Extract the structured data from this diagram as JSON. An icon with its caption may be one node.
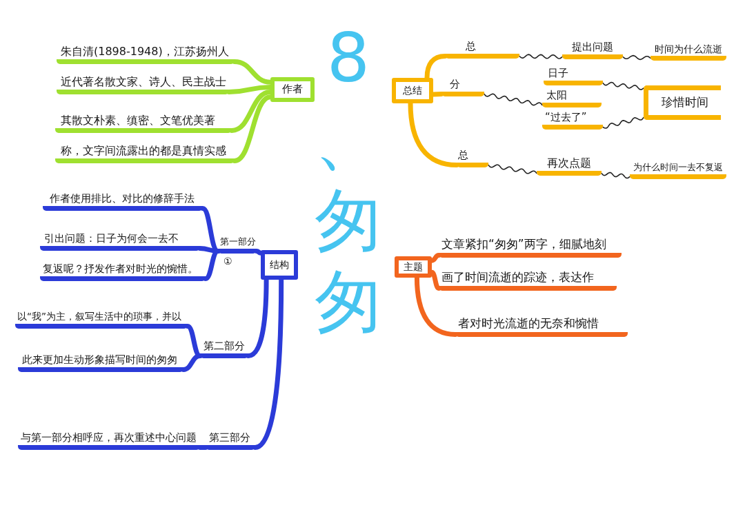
{
  "diagram": {
    "title": "8、匆匆",
    "nodes": [
      {
        "text": [
          "作者"
        ]
      },
      {
        "text": [
          "朱自清(1898-1948)，江苏扬州人"
        ]
      },
      {
        "text": [
          "近代著名散文家、诗人、民主战士"
        ]
      },
      {
        "text": [
          "其散文朴素、缜密、文笔优美著"
        ]
      },
      {
        "text": [
          "称，文字间流露出的都是真情实感"
        ]
      },
      {
        "text": [
          "总结"
        ]
      },
      {
        "text": [
          "总"
        ]
      },
      {
        "text": [
          "分"
        ]
      },
      {
        "text": [
          "总"
        ]
      },
      {
        "text": [
          "提出问题"
        ]
      },
      {
        "text": [
          "时间为什么流逝"
        ]
      },
      {
        "text": [
          "日子"
        ]
      },
      {
        "text": [
          "太阳"
        ]
      },
      {
        "text": [
          "“过去了”"
        ]
      },
      {
        "text": [
          "珍惜时间"
        ]
      },
      {
        "text": [
          "再次点题"
        ]
      },
      {
        "text": [
          "为什么时间一去不复返"
        ]
      },
      {
        "text": [
          "结构"
        ]
      },
      {
        "text": [
          "第一部分"
        ]
      },
      {
        "text": [
          "作者使用排比、对比的修辞手法"
        ]
      },
      {
        "text": [
          "引出问题：日子为何会一去不"
        ]
      },
      {
        "text": [
          "复返呢？抒发作者对时光的惋惜。"
        ]
      },
      {
        "text": [
          "第二部分"
        ]
      },
      {
        "text": [
          "以“我”为主，叙写生活中的琐事，并以"
        ]
      },
      {
        "text": [
          "此来更加生动形象描写时间的匆匆"
        ]
      },
      {
        "text": [
          "第三部分"
        ]
      },
      {
        "text": [
          "与第一部分相呼应，再次重述中心问题"
        ]
      },
      {
        "text": [
          "主题"
        ]
      },
      {
        "text": [
          "文章紧扣“匆匆”两字，细腻地刻"
        ]
      },
      {
        "text": [
          "画了时间流逝的踪迹，表达作"
        ]
      },
      {
        "text": [
          "者对时光流逝的无奈和惋惜"
        ]
      }
    ],
    "edges": [
      {
        "from": 0,
        "to": 1,
        "arrow": "none",
        "color": "#9fe030"
      },
      {
        "from": 0,
        "to": 2,
        "arrow": "none",
        "color": "#9fe030"
      },
      {
        "from": 0,
        "to": 3,
        "arrow": "none",
        "color": "#9fe030"
      },
      {
        "from": 0,
        "to": 4,
        "arrow": "none",
        "color": "#9fe030"
      },
      {
        "from": 5,
        "to": 6,
        "arrow": "none",
        "color": "#f8b400"
      },
      {
        "from": 5,
        "to": 7,
        "arrow": "none",
        "color": "#f8b400"
      },
      {
        "from": 5,
        "to": 8,
        "arrow": "none",
        "color": "#f8b400"
      },
      {
        "from": 6,
        "to": 9,
        "arrow": "none",
        "color": "#222222"
      },
      {
        "from": 9,
        "to": 10,
        "arrow": "none",
        "color": "#222222"
      },
      {
        "from": 7,
        "to": 12,
        "arrow": "none",
        "color": "#222222"
      },
      {
        "from": 11,
        "to": 14,
        "arrow": "none",
        "color": "#222222"
      },
      {
        "from": 13,
        "to": 14,
        "arrow": "none",
        "color": "#222222"
      },
      {
        "from": 8,
        "to": 15,
        "arrow": "none",
        "color": "#222222"
      },
      {
        "from": 15,
        "to": 16,
        "arrow": "none",
        "color": "#222222"
      },
      {
        "from": 17,
        "to": 18,
        "arrow": "none",
        "color": "#2b3bd8"
      },
      {
        "from": 18,
        "to": 19,
        "arrow": "none",
        "color": "#2b3bd8"
      },
      {
        "from": 18,
        "to": 20,
        "arrow": "none",
        "color": "#2b3bd8"
      },
      {
        "from": 18,
        "to": 21,
        "arrow": "none",
        "color": "#2b3bd8"
      },
      {
        "from": 17,
        "to": 22,
        "arrow": "none",
        "color": "#2b3bd8"
      },
      {
        "from": 22,
        "to": 23,
        "arrow": "none",
        "color": "#2b3bd8"
      },
      {
        "from": 22,
        "to": 24,
        "arrow": "none",
        "color": "#2b3bd8"
      },
      {
        "from": 17,
        "to": 25,
        "arrow": "none",
        "color": "#2b3bd8"
      },
      {
        "from": 25,
        "to": 26,
        "arrow": "none",
        "color": "#2b3bd8"
      },
      {
        "from": 27,
        "to": 28,
        "arrow": "none",
        "color": "#f2651e"
      },
      {
        "from": 27,
        "to": 29,
        "arrow": "none",
        "color": "#f2651e"
      },
      {
        "from": 27,
        "to": 30,
        "arrow": "none",
        "color": "#f2651e"
      }
    ],
    "labels": [
      "①"
    ]
  }
}
